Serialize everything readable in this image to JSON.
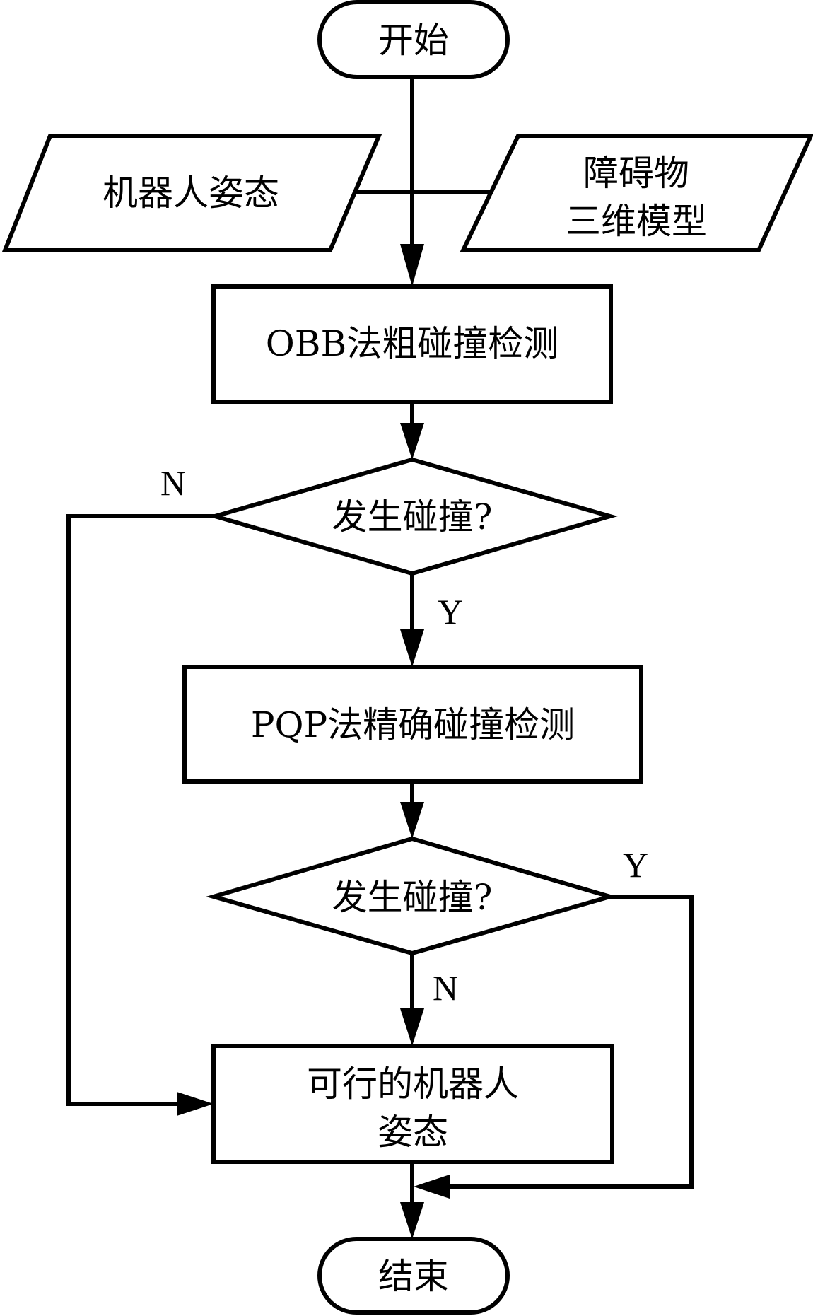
{
  "diagram": {
    "type": "flowchart",
    "nodes": {
      "start": {
        "shape": "terminator",
        "text": "开始"
      },
      "input_pose": {
        "shape": "data",
        "text": "机器人姿态"
      },
      "input_obstacle": {
        "shape": "data",
        "lines": [
          "障碍物",
          "三维模型"
        ]
      },
      "obb": {
        "shape": "process",
        "text": "OBB法粗碰撞检测"
      },
      "decision1": {
        "shape": "decision",
        "text": "发生碰撞?"
      },
      "pqp": {
        "shape": "process",
        "text": "PQP法精确碰撞检测"
      },
      "decision2": {
        "shape": "decision",
        "text": "发生碰撞?"
      },
      "result": {
        "shape": "process",
        "lines": [
          "可行的机器人",
          "姿态"
        ]
      },
      "end": {
        "shape": "terminator",
        "text": "结束"
      }
    },
    "edges": [
      {
        "from": "start",
        "to": "obb",
        "label": ""
      },
      {
        "from": "input_pose",
        "to": "obb",
        "label": ""
      },
      {
        "from": "input_obstacle",
        "to": "obb",
        "label": ""
      },
      {
        "from": "obb",
        "to": "decision1",
        "label": ""
      },
      {
        "from": "decision1",
        "to": "pqp",
        "label": "Y"
      },
      {
        "from": "decision1",
        "to": "result",
        "label": "N"
      },
      {
        "from": "pqp",
        "to": "decision2",
        "label": ""
      },
      {
        "from": "decision2",
        "to": "result",
        "label": "N"
      },
      {
        "from": "decision2",
        "to": "end",
        "label": "Y"
      },
      {
        "from": "result",
        "to": "end",
        "label": ""
      }
    ],
    "labels": {
      "d1_no": "N",
      "d1_yes": "Y",
      "d2_yes": "Y",
      "d2_no": "N"
    }
  }
}
